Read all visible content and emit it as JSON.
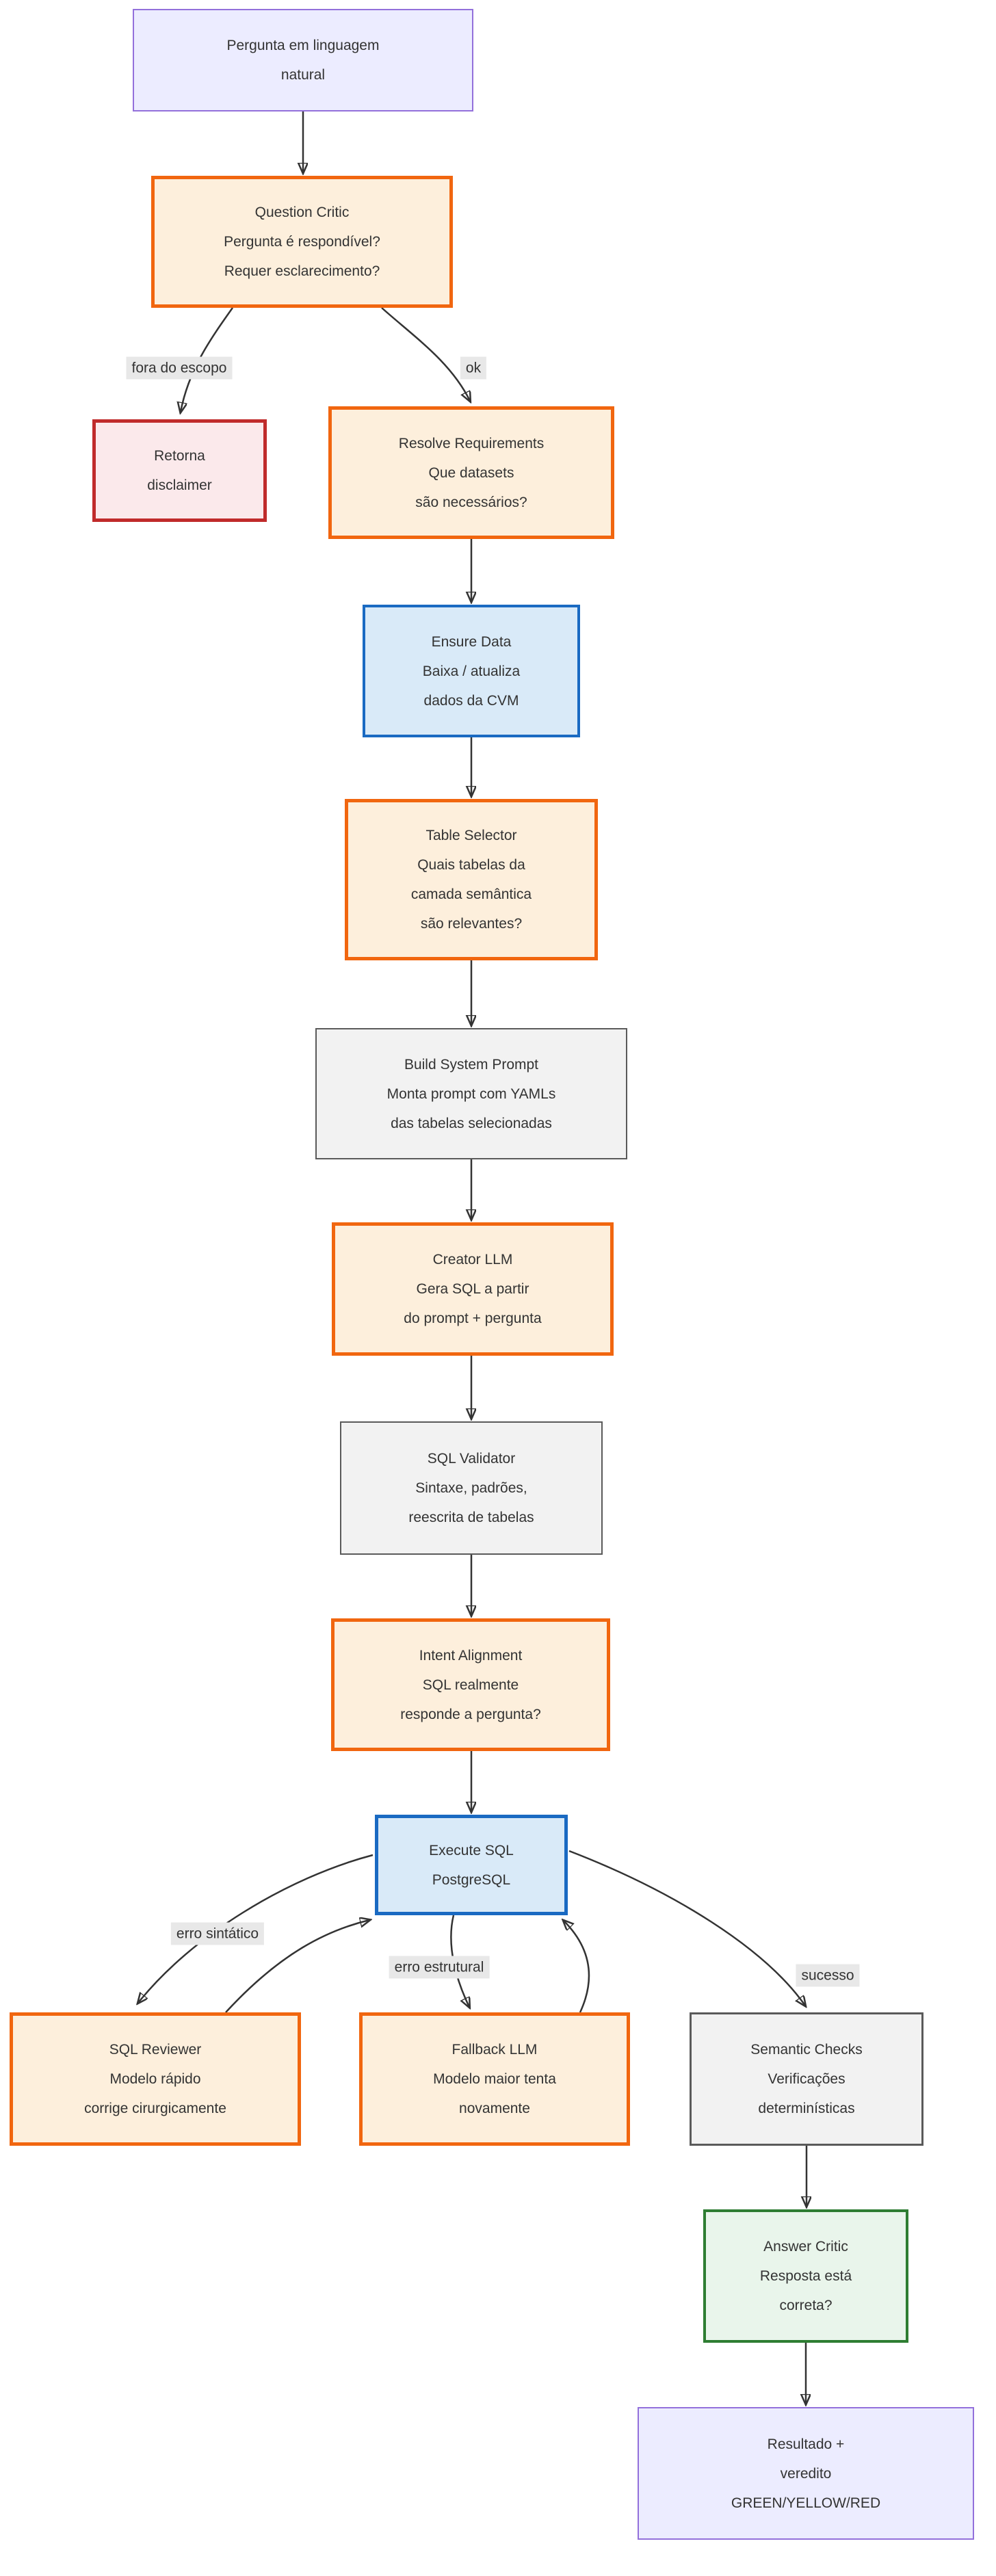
{
  "diagram": {
    "nodes": {
      "pergunta": {
        "kind": "lavender",
        "lines": [
          "Pergunta em linguagem",
          "natural"
        ]
      },
      "question_critic": {
        "kind": "orange",
        "lines": [
          "Question Critic",
          "Pergunta é respondível?",
          "Requer esclarecimento?"
        ]
      },
      "retorna": {
        "kind": "red",
        "lines": [
          "Retorna",
          "disclaimer"
        ]
      },
      "resolve": {
        "kind": "orange",
        "lines": [
          "Resolve Requirements",
          "Que datasets",
          "são necessários?"
        ]
      },
      "ensure": {
        "kind": "blue",
        "lines": [
          "Ensure Data",
          "Baixa / atualiza",
          "dados da CVM"
        ]
      },
      "table_selector": {
        "kind": "orange",
        "lines": [
          "Table Selector",
          "Quais tabelas da",
          "camada semântica",
          "são relevantes?"
        ]
      },
      "build_prompt": {
        "kind": "gray",
        "lines": [
          "Build System Prompt",
          "Monta prompt com YAMLs",
          "das tabelas selecionadas"
        ]
      },
      "creator": {
        "kind": "orange",
        "lines": [
          "Creator LLM",
          "Gera SQL a partir",
          "do prompt + pergunta"
        ]
      },
      "validator": {
        "kind": "gray",
        "lines": [
          "SQL Validator",
          "Sintaxe, padrões,",
          "reescrita de tabelas"
        ]
      },
      "intent": {
        "kind": "orange",
        "lines": [
          "Intent Alignment",
          "SQL realmente",
          "responde a pergunta?"
        ]
      },
      "execute": {
        "kind": "blue",
        "lines": [
          "Execute SQL",
          "PostgreSQL"
        ]
      },
      "sql_reviewer": {
        "kind": "orange",
        "lines": [
          "SQL Reviewer",
          "Modelo rápido",
          "corrige cirurgicamente"
        ]
      },
      "fallback": {
        "kind": "orange",
        "lines": [
          "Fallback LLM",
          "Modelo maior tenta",
          "novamente"
        ]
      },
      "semantic": {
        "kind": "gray",
        "lines": [
          "Semantic Checks",
          "Verificações",
          "determinísticas"
        ]
      },
      "answer": {
        "kind": "green",
        "lines": [
          "Answer Critic",
          "Resposta está",
          "correta?"
        ]
      },
      "resultado": {
        "kind": "lavender",
        "lines": [
          "Resultado +",
          "veredito",
          "GREEN/YELLOW/RED"
        ]
      }
    },
    "edge_labels": {
      "fora_do_escopo": "fora do escopo",
      "ok": "ok",
      "erro_sintatico": "erro sintático",
      "erro_estrutural": "erro estrutural",
      "sucesso": "sucesso"
    },
    "palette": {
      "lavender_fill": "#ECECFF",
      "lavender_stroke": "#9370DB",
      "orange_fill": "#FDEFDC",
      "orange_stroke": "#F1660F",
      "red_fill": "#FBE9EB",
      "red_stroke": "#C02B2B",
      "blue_fill": "#D9EAF8",
      "blue_stroke": "#1A6AC2",
      "gray_fill": "#F2F2F2",
      "gray_stroke": "#5A5A5A",
      "green_fill": "#E9F5EB",
      "green_stroke": "#2E7D32",
      "edge": "#333333",
      "edge_label_bg": "#E8E8E8",
      "text": "#333333",
      "background": "#FFFFFF"
    }
  }
}
